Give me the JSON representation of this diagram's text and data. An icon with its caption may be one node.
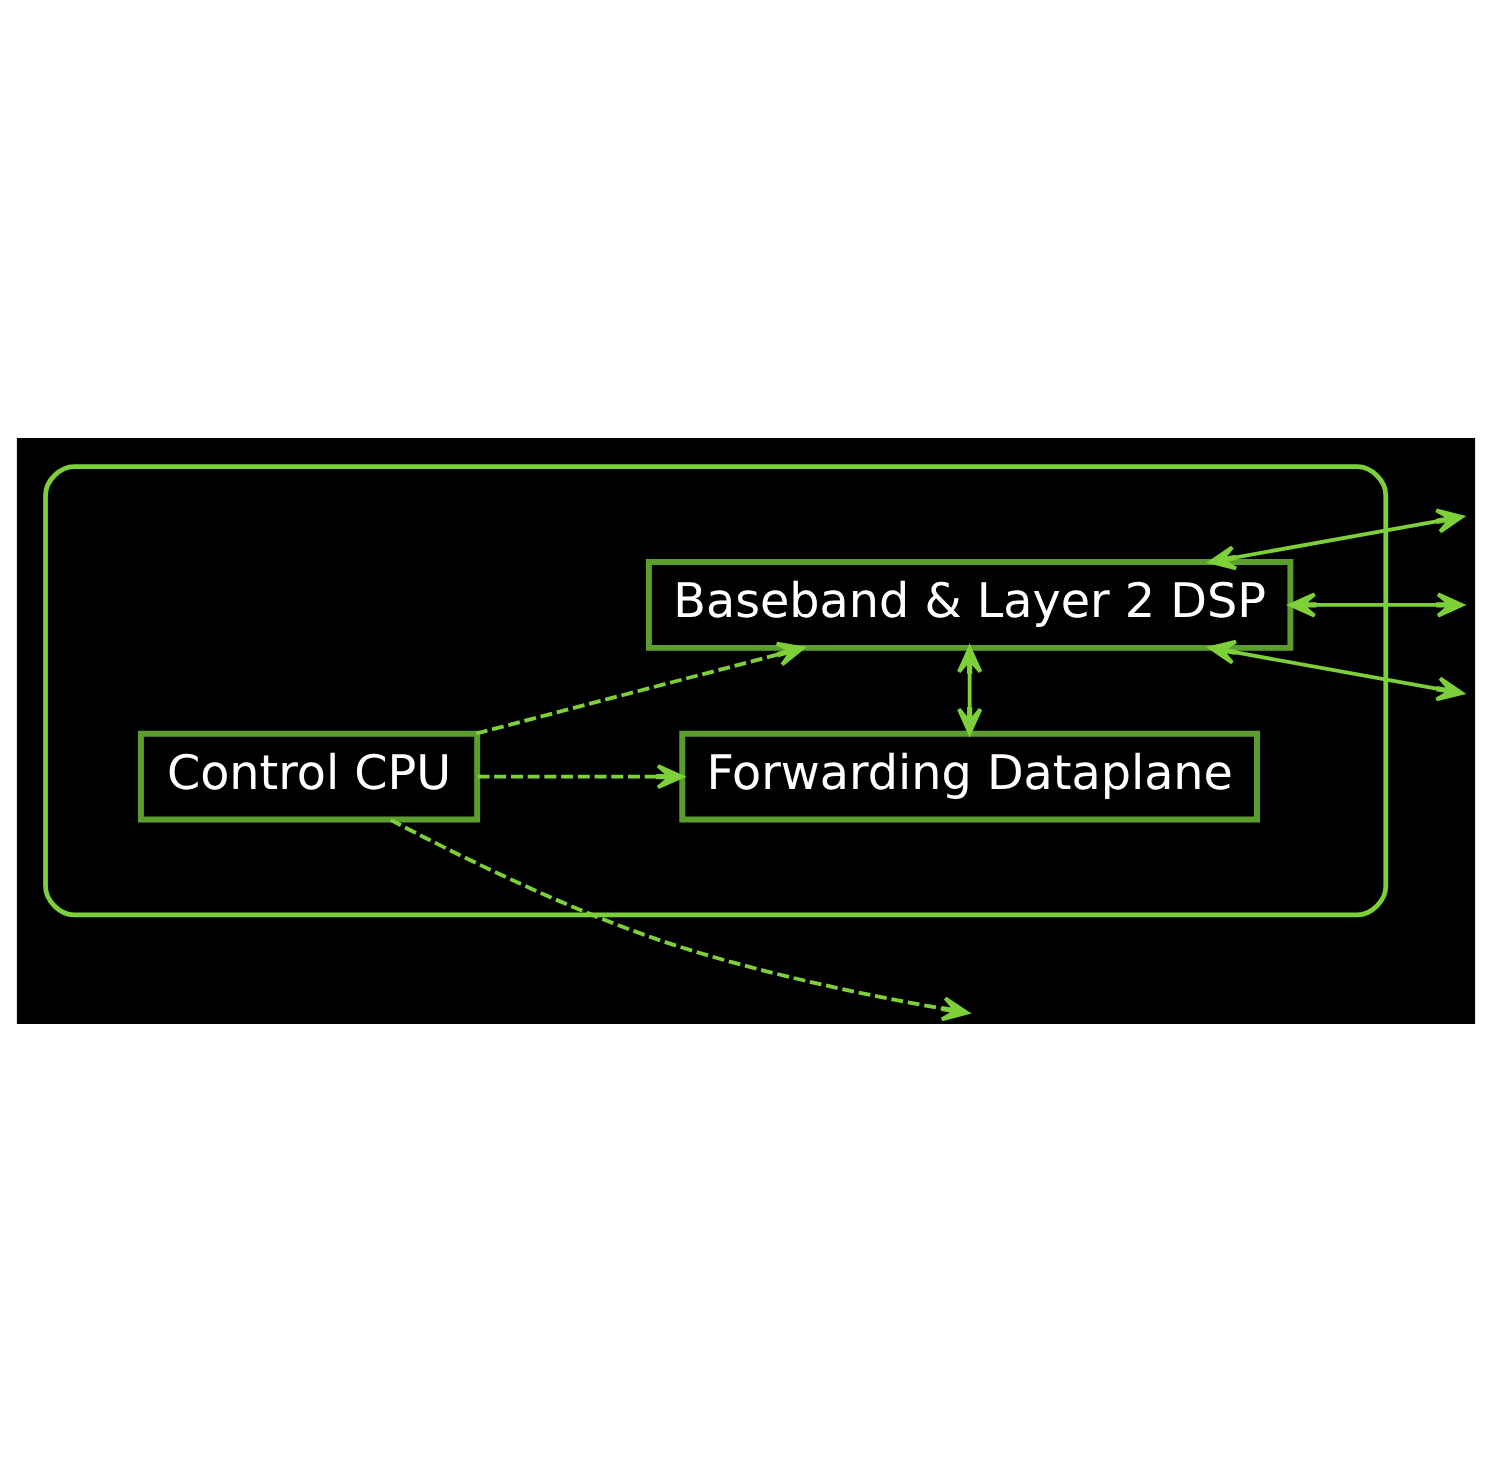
{
  "diagram": {
    "nodes": [
      {
        "text": [],
        "shape": "house"
      },
      {
        "text": [
          "Control CPU"
        ],
        "in": 0
      },
      {
        "text": [
          "Forwarding Dataplane"
        ],
        "in": 0
      },
      {
        "text": [
          "Baseband & Layer 2 DSP"
        ],
        "in": 0
      }
    ],
    "edges": [
      {
        "from": 1,
        "to": 2,
        "arrow": "to",
        "style": "dashed"
      },
      {
        "from": 1,
        "to": 3,
        "arrow": "to",
        "style": "dashed"
      },
      {
        "from": 1,
        "to": null,
        "arrow": "to",
        "style": "dashed"
      },
      {
        "from": 2,
        "to": 3,
        "arrow": "both"
      },
      {
        "from": 3,
        "to": null,
        "arrow": "both"
      },
      {
        "from": 3,
        "to": null,
        "arrow": "both"
      },
      {
        "from": 3,
        "to": null,
        "arrow": "both"
      }
    ]
  }
}
